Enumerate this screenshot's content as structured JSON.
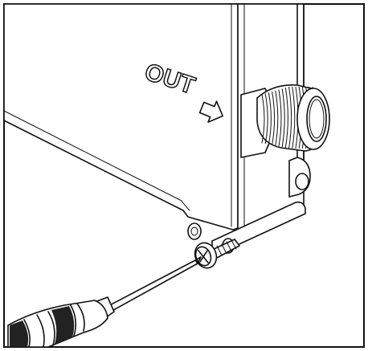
{
  "diagram": {
    "label_out": "OUT",
    "arrow_icon": "outline-arrow-right-icon",
    "parts": [
      "housing",
      "threaded-outlet-fitting",
      "bracket",
      "screw",
      "screwdriver"
    ]
  }
}
